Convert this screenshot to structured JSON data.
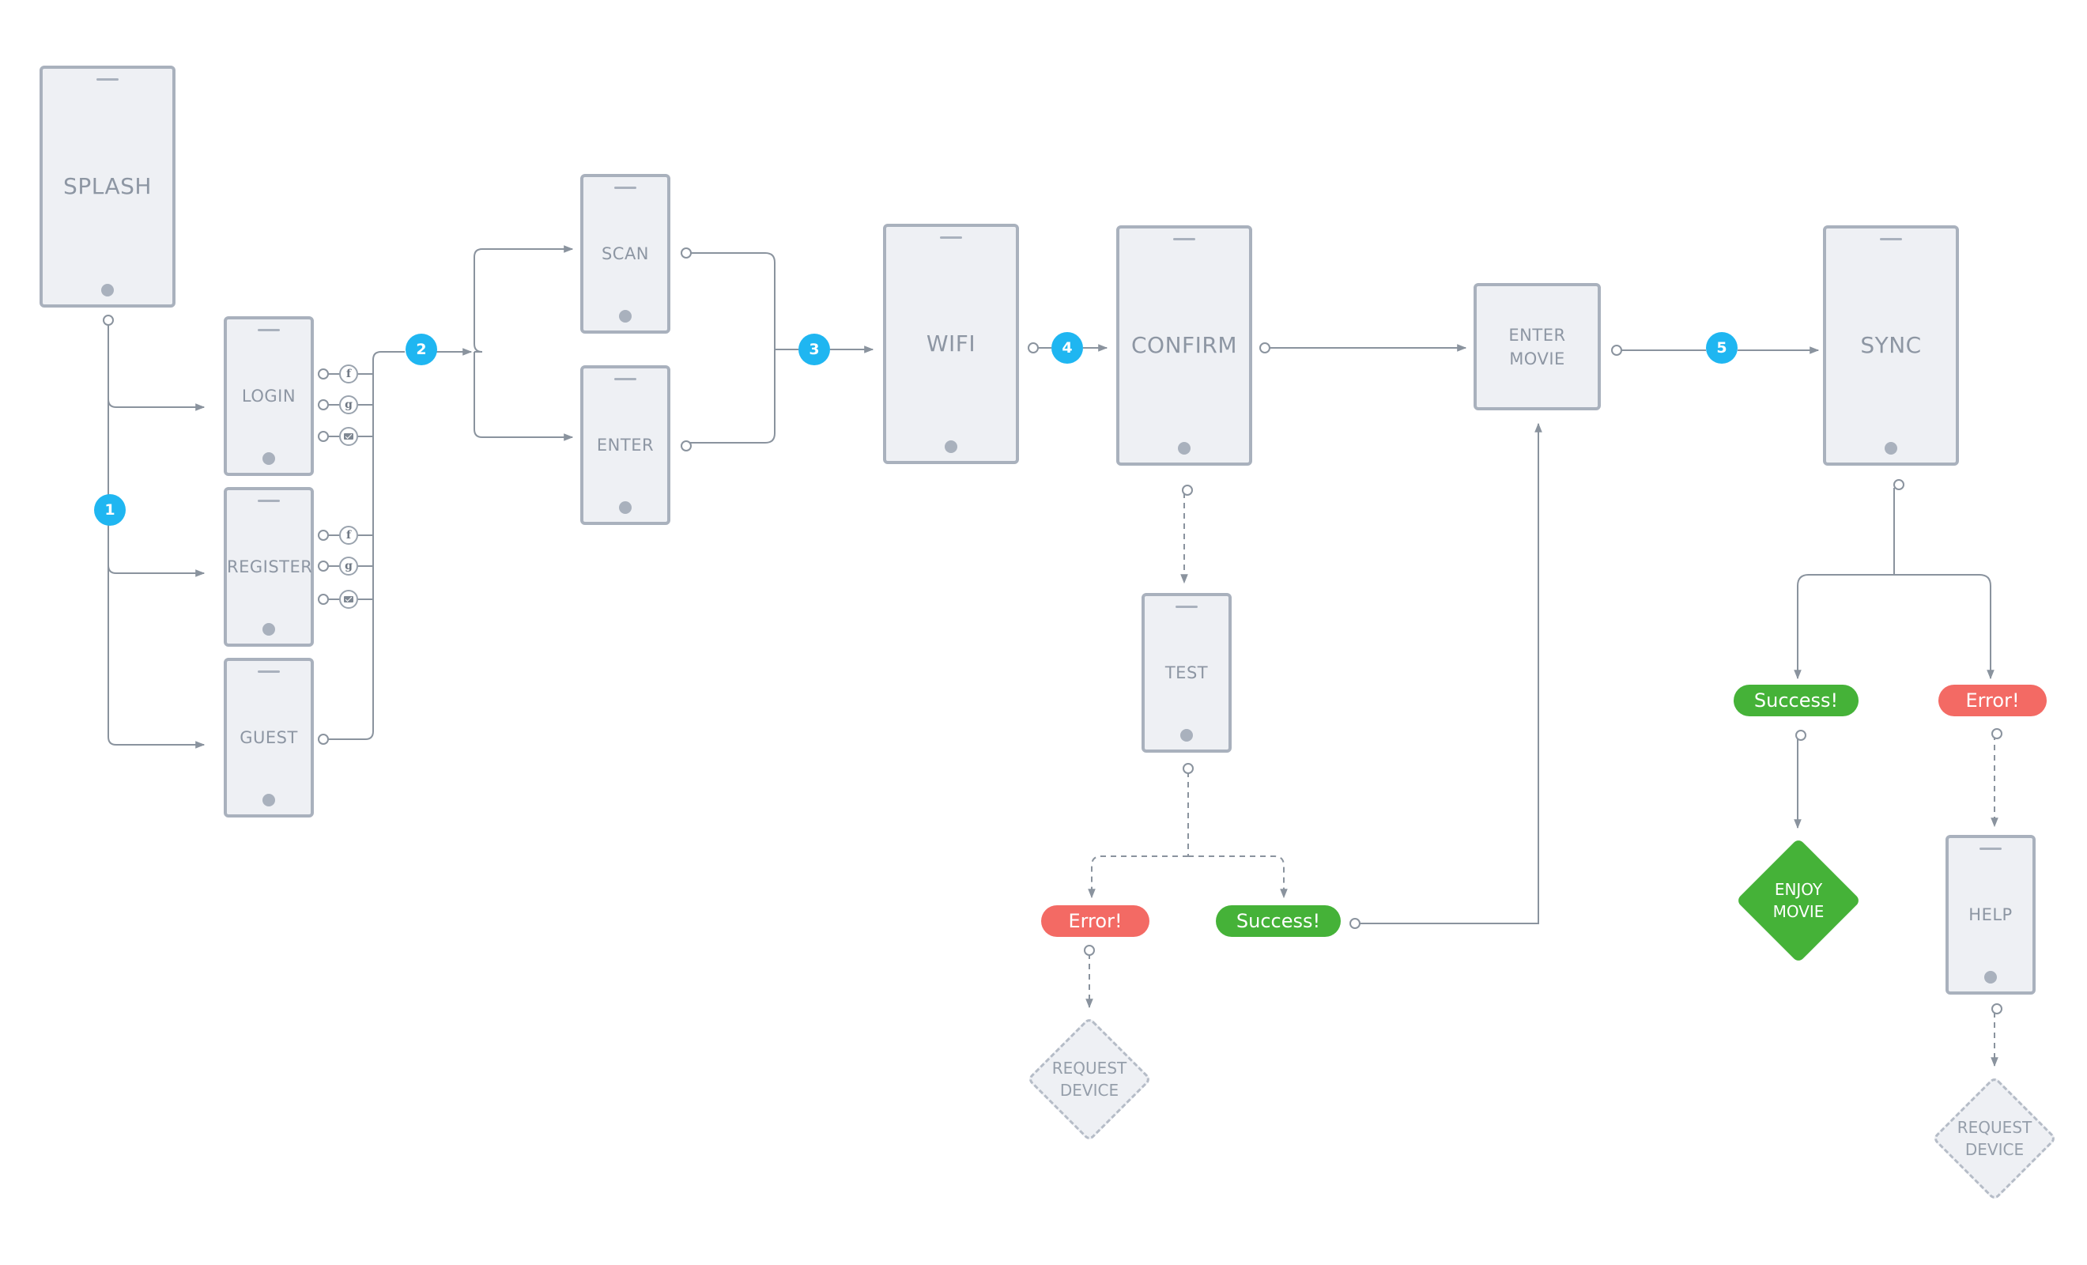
{
  "screens": {
    "splash": "SPLASH",
    "login": "LOGIN",
    "register": "REGISTER",
    "guest": "GUEST",
    "scan": "SCAN",
    "enter": "ENTER",
    "wifi": "WIFI",
    "confirm": "CONFIRM",
    "test": "TEST",
    "enter_movie": "ENTER\nMOVIE",
    "sync": "SYNC",
    "help": "HELP"
  },
  "steps": [
    "1",
    "2",
    "3",
    "4",
    "5"
  ],
  "outcomes": {
    "test_error": "Error!",
    "test_success": "Success!",
    "sync_success": "Success!",
    "sync_error": "Error!"
  },
  "end_states": {
    "request_device_1": "REQUEST\nDEVICE",
    "enjoy_movie": "ENJOY\nMOVIE",
    "request_device_2": "REQUEST\nDEVICE"
  },
  "social_icons": [
    "facebook-icon",
    "google-icon",
    "email-icon"
  ],
  "colors": {
    "step_badge": "#1fb6f1",
    "success": "#45b238",
    "error": "#f36a64",
    "screen_fill": "#eef0f4",
    "screen_border": "#a9b1bd",
    "connector": "#8a939e"
  }
}
